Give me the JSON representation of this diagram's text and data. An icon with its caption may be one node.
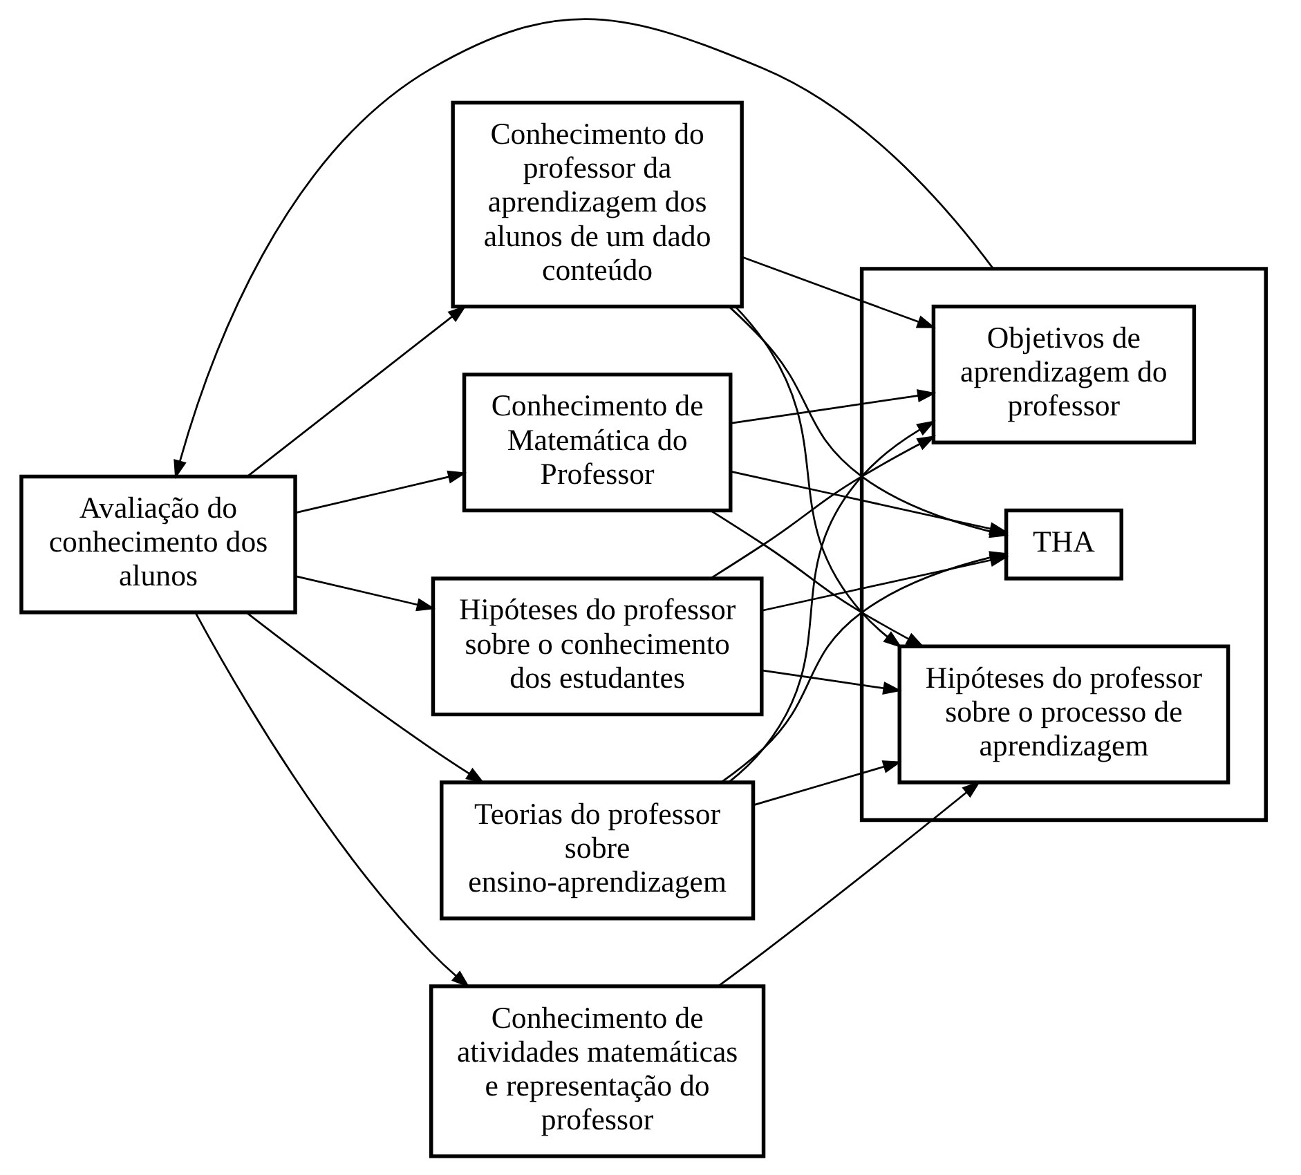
{
  "diagram": {
    "nodes": [
      {
        "text": [
          "Conhecimento de Matemática do Professor"
        ]
      },
      {
        "text": [],
        "shape": "box"
      },
      {
        "text": [
          "THA"
        ],
        "in": 1
      },
      {
        "text": [
          "Objetivos de aprendizagem do professor"
        ],
        "in": 1
      },
      {
        "text": [
          "Hipóteses do professor sobre o processo de aprendizagem"
        ],
        "in": 1
      },
      {
        "text": [
          "Hipóteses do professor sobre o conhecimento dos estudantes"
        ]
      },
      {
        "text": [
          "Conhecimento de atividades matemáticas e representação do professor"
        ]
      },
      {
        "text": [
          "Teorias do professor sobre ensino-aprendizagem"
        ]
      },
      {
        "text": [
          "Conhecimento do professor da aprendizagem dos alunos de um dado  conteúdo"
        ]
      },
      {
        "text": [
          "Avaliação do conhecimento dos alunos"
        ]
      }
    ],
    "edges": [
      {
        "from": 0,
        "to": 2,
        "arrow": "to"
      },
      {
        "from": 0,
        "to": 3,
        "arrow": "to"
      },
      {
        "from": 0,
        "to": 4,
        "arrow": "to"
      },
      {
        "from": 5,
        "to": 2,
        "arrow": "to"
      },
      {
        "from": 5,
        "to": 3,
        "arrow": "to"
      },
      {
        "from": 5,
        "to": 4,
        "arrow": "to"
      },
      {
        "from": 7,
        "to": 2,
        "arrow": "to"
      },
      {
        "from": 7,
        "to": 3,
        "arrow": "to"
      },
      {
        "from": 7,
        "to": 4,
        "arrow": "to"
      },
      {
        "from": 6,
        "to": 4,
        "arrow": "to"
      },
      {
        "from": 8,
        "to": 2,
        "arrow": "to"
      },
      {
        "from": 8,
        "to": 3,
        "arrow": "to"
      },
      {
        "from": 8,
        "to": 4,
        "arrow": "to"
      },
      {
        "from": 1,
        "to": 9,
        "arrow": "to"
      },
      {
        "from": 9,
        "to": 0,
        "arrow": "to"
      },
      {
        "from": 9,
        "to": 6,
        "arrow": "to"
      },
      {
        "from": 9,
        "to": 5,
        "arrow": "to"
      },
      {
        "from": 9,
        "to": 7,
        "arrow": "to"
      },
      {
        "from": 9,
        "to": 8,
        "arrow": "to"
      }
    ]
  }
}
